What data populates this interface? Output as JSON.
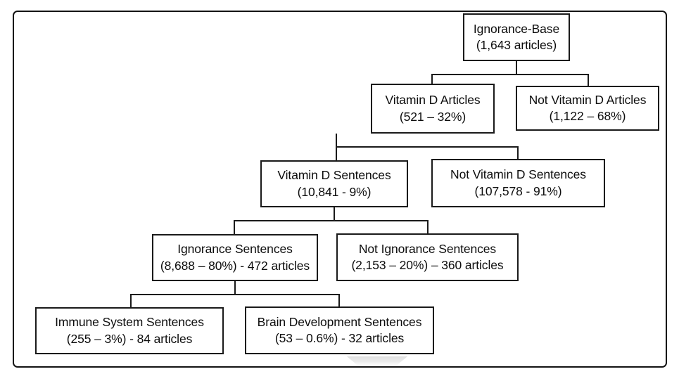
{
  "figure": {
    "title": "Ignorance-Base corpus breakdown flowchart",
    "frame_color": "#131313",
    "box_border_color": "#1a1a1a",
    "text_color": "#0d0d0d",
    "background_color": "#ffffff"
  },
  "nodes": {
    "root": {
      "line1": "Ignorance-Base",
      "line2": "(1,643 articles)"
    },
    "vitamin_d_articles": {
      "line1": "Vitamin D Articles",
      "line2": "(521 – 32%)"
    },
    "not_vitamin_d_articles": {
      "line1": "Not Vitamin D Articles",
      "line2": "(1,122 – 68%)"
    },
    "vitamin_d_sentences": {
      "line1": "Vitamin D Sentences",
      "line2": "(10,841 - 9%)"
    },
    "not_vitamin_d_sentences": {
      "line1": "Not Vitamin D Sentences",
      "line2": "(107,578 - 91%)"
    },
    "ignorance_sentences": {
      "line1": "Ignorance Sentences",
      "line2": "(8,688 – 80%) - 472 articles"
    },
    "not_ignorance_sentences": {
      "line1": "Not Ignorance Sentences",
      "line2": "(2,153 – 20%) – 360 articles"
    },
    "immune_system_sentences": {
      "line1": "Immune System Sentences",
      "line2": "(255 – 3%) - 84 articles"
    },
    "brain_development_sentences": {
      "line1": "Brain Development Sentences",
      "line2": "(53 – 0.6%) - 32 articles"
    }
  },
  "chart_data": {
    "type": "diagram",
    "title": "Ignorance-Base",
    "tree": [
      {
        "id": "root",
        "label": "Ignorance-Base",
        "value": 1643,
        "unit": "articles",
        "percent": null,
        "children": [
          "vitamin_d_articles",
          "not_vitamin_d_articles"
        ]
      },
      {
        "id": "vitamin_d_articles",
        "label": "Vitamin D Articles",
        "value": 521,
        "unit": "articles",
        "percent": 32,
        "children": [
          "vitamin_d_sentences",
          "not_vitamin_d_sentences"
        ]
      },
      {
        "id": "not_vitamin_d_articles",
        "label": "Not Vitamin D Articles",
        "value": 1122,
        "unit": "articles",
        "percent": 68,
        "children": []
      },
      {
        "id": "vitamin_d_sentences",
        "label": "Vitamin D Sentences",
        "value": 10841,
        "unit": "sentences",
        "percent": 9,
        "children": [
          "ignorance_sentences",
          "not_ignorance_sentences"
        ]
      },
      {
        "id": "not_vitamin_d_sentences",
        "label": "Not Vitamin D Sentences",
        "value": 107578,
        "unit": "sentences",
        "percent": 91,
        "children": []
      },
      {
        "id": "ignorance_sentences",
        "label": "Ignorance Sentences",
        "value": 8688,
        "unit": "sentences",
        "percent": 80,
        "articles": 472,
        "children": [
          "immune_system_sentences",
          "brain_development_sentences"
        ]
      },
      {
        "id": "not_ignorance_sentences",
        "label": "Not Ignorance Sentences",
        "value": 2153,
        "unit": "sentences",
        "percent": 20,
        "articles": 360,
        "children": []
      },
      {
        "id": "immune_system_sentences",
        "label": "Immune System Sentences",
        "value": 255,
        "unit": "sentences",
        "percent": 3,
        "articles": 84,
        "children": []
      },
      {
        "id": "brain_development_sentences",
        "label": "Brain Development Sentences",
        "value": 53,
        "unit": "sentences",
        "percent": 0.6,
        "articles": 32,
        "children": []
      }
    ]
  }
}
